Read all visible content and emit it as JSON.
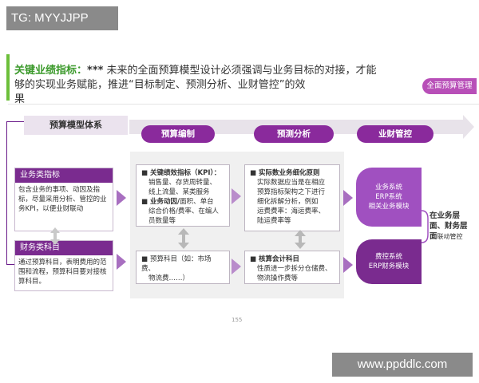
{
  "watermarks": {
    "top_left": "TG: MYYJJPP",
    "bottom_right": "www.ppddlc.com"
  },
  "headline": {
    "keyword": "关键业绩指标：",
    "stars": "***",
    "line1_rest": " 未来的全面预算模型设计必须强调与业务目标的对接，才能",
    "line2": "够的实现业务赋能，推进“目标制定、预测分析、业财管控”的效",
    "line3": "果"
  },
  "tag_right": "全面预算管理",
  "diagram": {
    "model_tab": "预算模型体系",
    "stages": [
      "预算编制",
      "预测分析",
      "业财管控"
    ],
    "left_cards": [
      {
        "title": "业务类指标",
        "body": "包含业务的事项、动因及指标，尽量采用分析、管控的业务KPI，以便业财联动"
      },
      {
        "title": "财务类科目",
        "body": "通过预算科目，表明费用的范围和流程，预算科目要对接核算科目。"
      }
    ],
    "budget_boxes": [
      {
        "title": "关键绩效指标（KPI）：",
        "lines": [
          "销售量、存货周转量、",
          "线上流量、某类服务"
        ],
        "title2": "业务动因/",
        "lines2": [
          "面积、单台",
          "综合价格/费率、在编人",
          "员数量等"
        ]
      },
      {
        "title": "预算科目（如：市场费、",
        "lines": [
          "物流费……）"
        ]
      }
    ],
    "forecast_boxes": [
      {
        "title": "实际数业务细化原则",
        "lines": [
          "实际数据应当是在相应",
          "预算指标架构之下进行",
          "细化拆解分析，例如",
          "运费费率：海运费率、",
          "陆运费率等"
        ]
      },
      {
        "title": "核算会计科目",
        "lines": [
          "性质进一步拆分仓储费、",
          "物流操作费等"
        ]
      }
    ],
    "systems": [
      {
        "lines": [
          "业务系统",
          "ERP系统",
          "相关业务模块"
        ]
      },
      {
        "lines": [
          "费控系统",
          "ERP财务模块"
        ]
      }
    ],
    "outcome": {
      "strong": "在业务层面、财务层面",
      "rest": "联动管控"
    }
  },
  "page_number": "155",
  "colors": {
    "accent_purple": "#7a2b8f",
    "green": "#6cbf3a",
    "tag_pink": "#b84fb8"
  }
}
